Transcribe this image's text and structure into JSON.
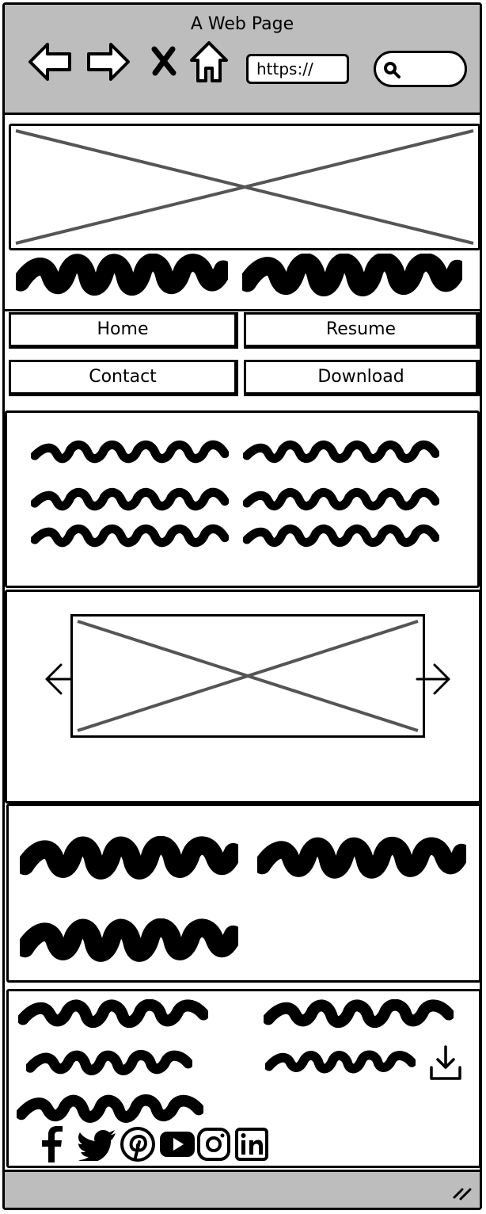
{
  "window": {
    "title": "A Web Page"
  },
  "toolbar": {
    "url_text": "https://",
    "icons": [
      "back-arrow-icon",
      "forward-arrow-icon",
      "close-icon",
      "home-icon",
      "search-icon"
    ]
  },
  "nav": {
    "buttons": [
      {
        "label": "Home"
      },
      {
        "label": "Resume"
      },
      {
        "label": "Contact"
      },
      {
        "label": "Download"
      }
    ]
  },
  "carousel": {
    "icons": [
      "chevron-left-icon",
      "chevron-right-icon"
    ]
  },
  "footer": {
    "icons": [
      "download-icon",
      "facebook-icon",
      "twitter-icon",
      "pinterest-icon",
      "youtube-icon",
      "instagram-icon",
      "linkedin-icon"
    ]
  },
  "colors": {
    "chrome": "#bdbdbd",
    "ink": "#000000",
    "placeholder": "#555555"
  }
}
